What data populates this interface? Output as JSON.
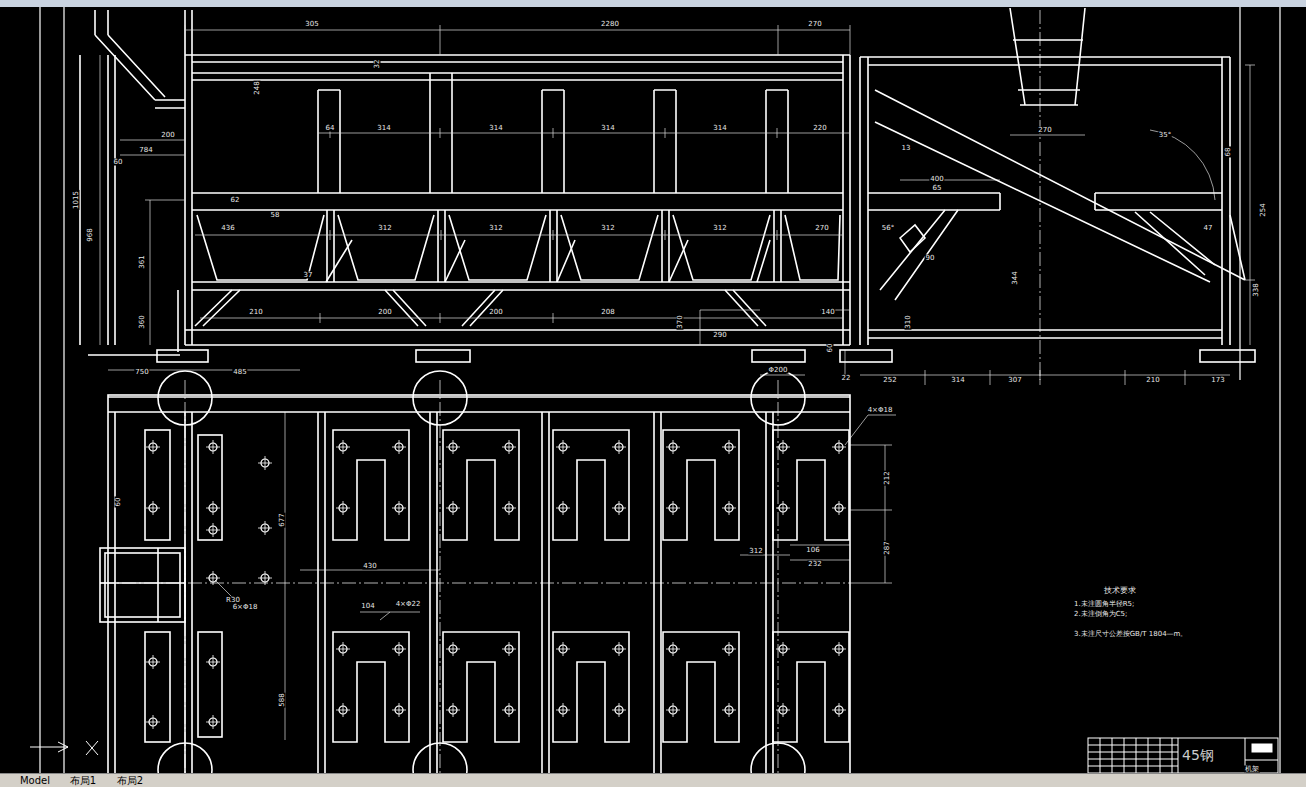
{
  "diagram": {
    "labels": [
      "305",
      "2280",
      "270",
      "32",
      "248",
      "64",
      "314",
      "314",
      "314",
      "314",
      "220",
      "200",
      "784",
      "60",
      "1015",
      "968",
      "62",
      "58",
      "436",
      "312",
      "312",
      "312",
      "312",
      "270",
      "361",
      "37",
      "210",
      "200",
      "200",
      "208",
      "360",
      "290",
      "140",
      "370",
      "60",
      "Φ200",
      "750",
      "485",
      "22",
      "270",
      "400",
      "65",
      "35°",
      "13",
      "56°",
      "90",
      "344",
      "310",
      "252",
      "314",
      "307",
      "210",
      "173",
      "254",
      "338",
      "47",
      "68",
      "4×Φ18",
      "60",
      "677",
      "212",
      "287",
      "312",
      "106",
      "232",
      "430",
      "R30",
      "6×Φ18",
      "104",
      "4×Φ22",
      "588",
      "技术要求",
      "1.未注圆角半径R5;",
      "2.未注倒角为C5;",
      "3.未注尺寸公差按GB/T 1804—m。",
      "45钢",
      "机架",
      "Model",
      "布局1",
      "布局2"
    ]
  }
}
